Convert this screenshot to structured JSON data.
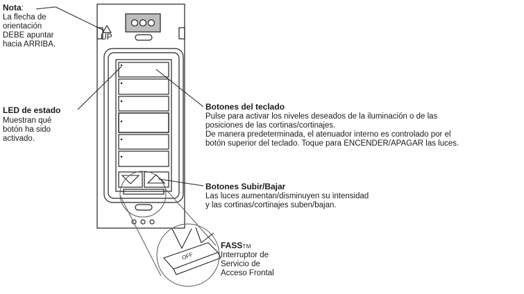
{
  "nota": {
    "title": "Nota",
    "colon": ":",
    "lines": [
      "La flecha de",
      "orientación",
      "DEBE apuntar",
      "hacia ARRIBA."
    ]
  },
  "device": {
    "up_label": "UP",
    "fass_label": "OFF"
  },
  "led": {
    "title": "LED de estado",
    "lines": [
      "Muestran qué",
      "botón ha sido",
      "activado."
    ]
  },
  "teclado": {
    "title": "Botones del teclado",
    "lines": [
      "Pulse para activar los niveles deseados de la iluminación o de las",
      "posiciones de las cortinas/cortinajes.",
      "De manera predeterminada, el atenuador interno es controlado por el",
      "botón superior del teclado. Toque  para ENCENDER/APAGAR las luces."
    ]
  },
  "subir_bajar": {
    "title": "Botones Subir/Bajar",
    "lines": [
      "Las luces aumentan/disminuyen su intensidad",
      "y las cortinas/cortinajes suben/bajan."
    ]
  },
  "fass": {
    "title": "FASS",
    "tm": "TM",
    "lines": [
      "Interruptor de",
      "Servicio de",
      "Acceso Frontal"
    ]
  }
}
